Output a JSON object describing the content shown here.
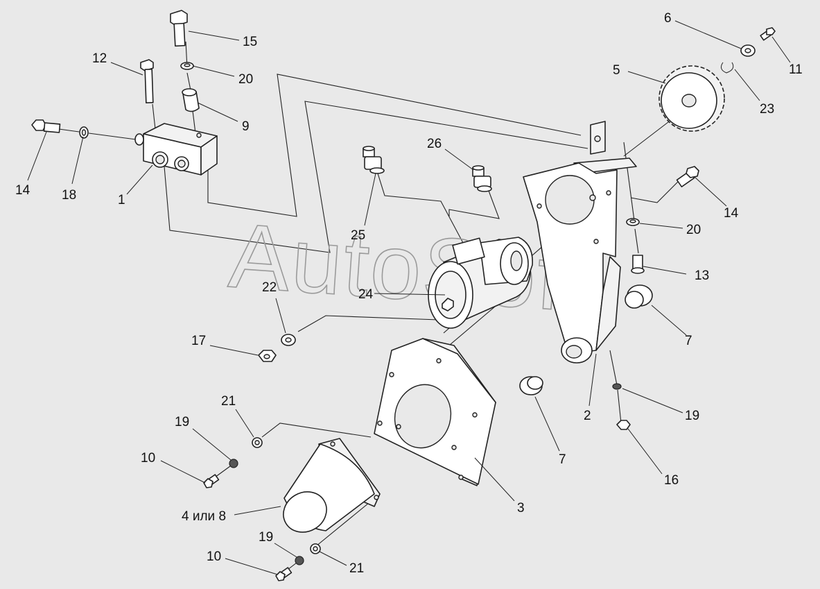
{
  "watermark": "AutoSoft",
  "callouts": [
    {
      "id": "c1",
      "text": "1"
    },
    {
      "id": "c2",
      "text": "2"
    },
    {
      "id": "c3",
      "text": "3"
    },
    {
      "id": "c4",
      "text": "4 или 8"
    },
    {
      "id": "c5",
      "text": "5"
    },
    {
      "id": "c6",
      "text": "6"
    },
    {
      "id": "c7a",
      "text": "7"
    },
    {
      "id": "c7b",
      "text": "7"
    },
    {
      "id": "c9",
      "text": "9"
    },
    {
      "id": "c10a",
      "text": "10"
    },
    {
      "id": "c10b",
      "text": "10"
    },
    {
      "id": "c11",
      "text": "11"
    },
    {
      "id": "c12",
      "text": "12"
    },
    {
      "id": "c13",
      "text": "13"
    },
    {
      "id": "c14a",
      "text": "14"
    },
    {
      "id": "c14b",
      "text": "14"
    },
    {
      "id": "c15",
      "text": "15"
    },
    {
      "id": "c16",
      "text": "16"
    },
    {
      "id": "c17",
      "text": "17"
    },
    {
      "id": "c18",
      "text": "18"
    },
    {
      "id": "c19a",
      "text": "19"
    },
    {
      "id": "c19b",
      "text": "19"
    },
    {
      "id": "c19c",
      "text": "19"
    },
    {
      "id": "c20a",
      "text": "20"
    },
    {
      "id": "c20b",
      "text": "20"
    },
    {
      "id": "c21a",
      "text": "21"
    },
    {
      "id": "c21b",
      "text": "21"
    },
    {
      "id": "c22",
      "text": "22"
    },
    {
      "id": "c23",
      "text": "23"
    },
    {
      "id": "c24",
      "text": "24"
    },
    {
      "id": "c25",
      "text": "25"
    },
    {
      "id": "c26",
      "text": "26"
    }
  ]
}
